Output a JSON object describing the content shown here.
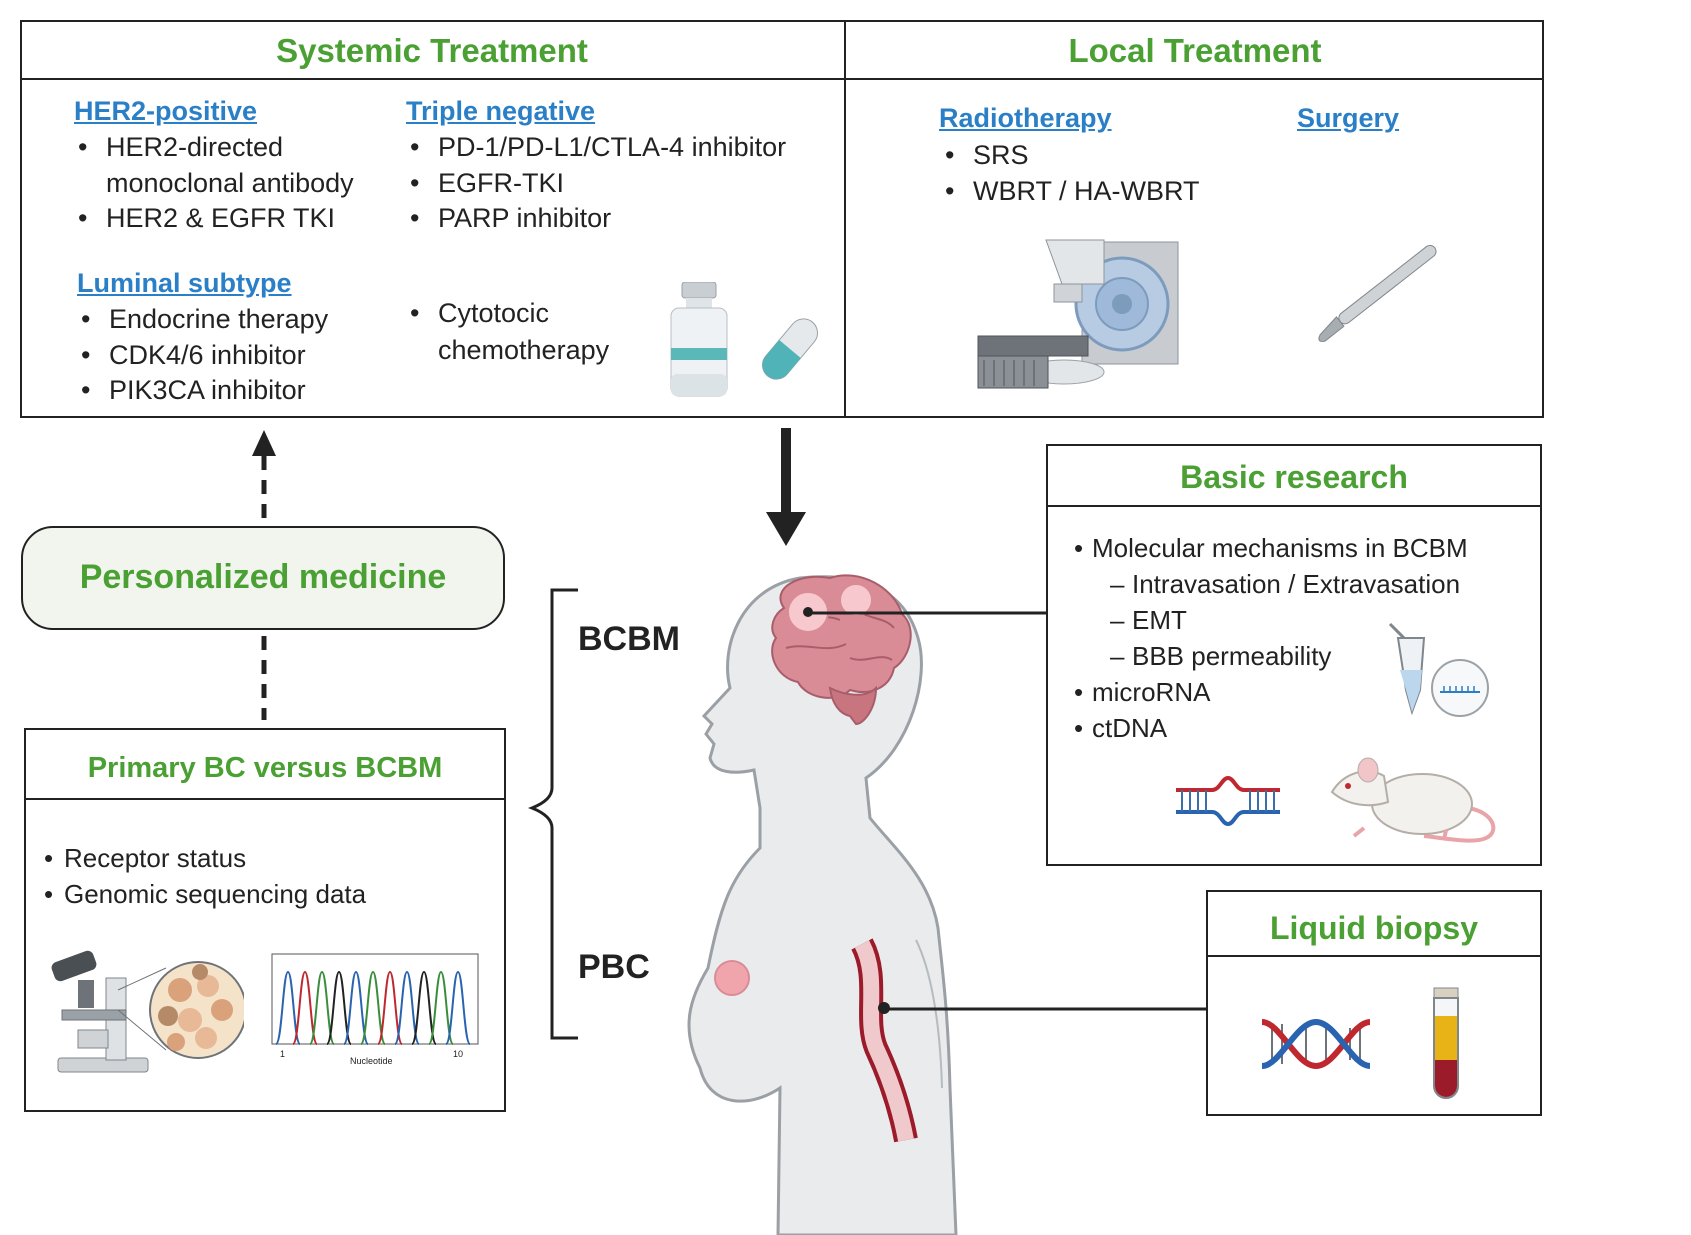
{
  "systemic": {
    "title": "Systemic Treatment",
    "her2": {
      "heading": "HER2-positive",
      "items": [
        "HER2-directed",
        "monoclonal antibody",
        "HER2 & EGFR TKI"
      ]
    },
    "triple": {
      "heading": "Triple negative",
      "items": [
        "PD-1/PD-L1/CTLA-4 inhibitor",
        "EGFR-TKI",
        "PARP inhibitor"
      ]
    },
    "luminal": {
      "heading": "Luminal subtype",
      "items": [
        "Endocrine therapy",
        "CDK4/6 inhibitor",
        "PIK3CA inhibitor"
      ]
    },
    "chemo": {
      "items": [
        "Cytotocic",
        "chemotherapy"
      ]
    }
  },
  "local": {
    "title": "Local Treatment",
    "radio": {
      "heading": "Radiotherapy",
      "items": [
        "SRS",
        "WBRT / HA-WBRT"
      ]
    },
    "surgery": {
      "heading": "Surgery"
    }
  },
  "personalized": {
    "label": "Personalized medicine"
  },
  "primary": {
    "title": "Primary BC versus BCBM",
    "items": [
      "Receptor status",
      "Genomic sequencing data"
    ],
    "chart": {
      "xlabel": "Nucleotide",
      "tick_start": "1",
      "tick_end": "10"
    }
  },
  "body_labels": {
    "bcbm": "BCBM",
    "pbc": "PBC"
  },
  "basic": {
    "title": "Basic research",
    "items": [
      "Molecular mechanisms in BCBM",
      "Intravasation / Extravasation",
      "EMT",
      "BBB permeability",
      "microRNA",
      "ctDNA"
    ]
  },
  "liquid": {
    "title": "Liquid biopsy"
  },
  "colors": {
    "accent_green": "#4aa032",
    "link_blue": "#2a7fc6",
    "pale_green": "#f1f5ee"
  }
}
